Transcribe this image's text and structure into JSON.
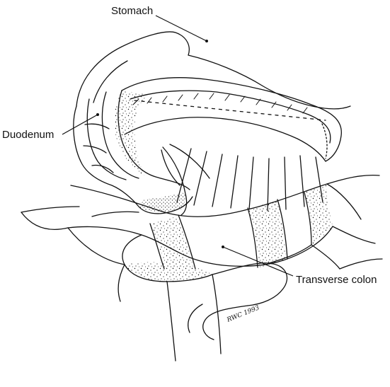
{
  "labels": {
    "stomach": "Stomach",
    "duodenum": "Duodenum",
    "transverse_colon": "Transverse colon"
  },
  "signature": "RWC 1993",
  "colors": {
    "ink": "#111111",
    "paper": "#ffffff"
  }
}
